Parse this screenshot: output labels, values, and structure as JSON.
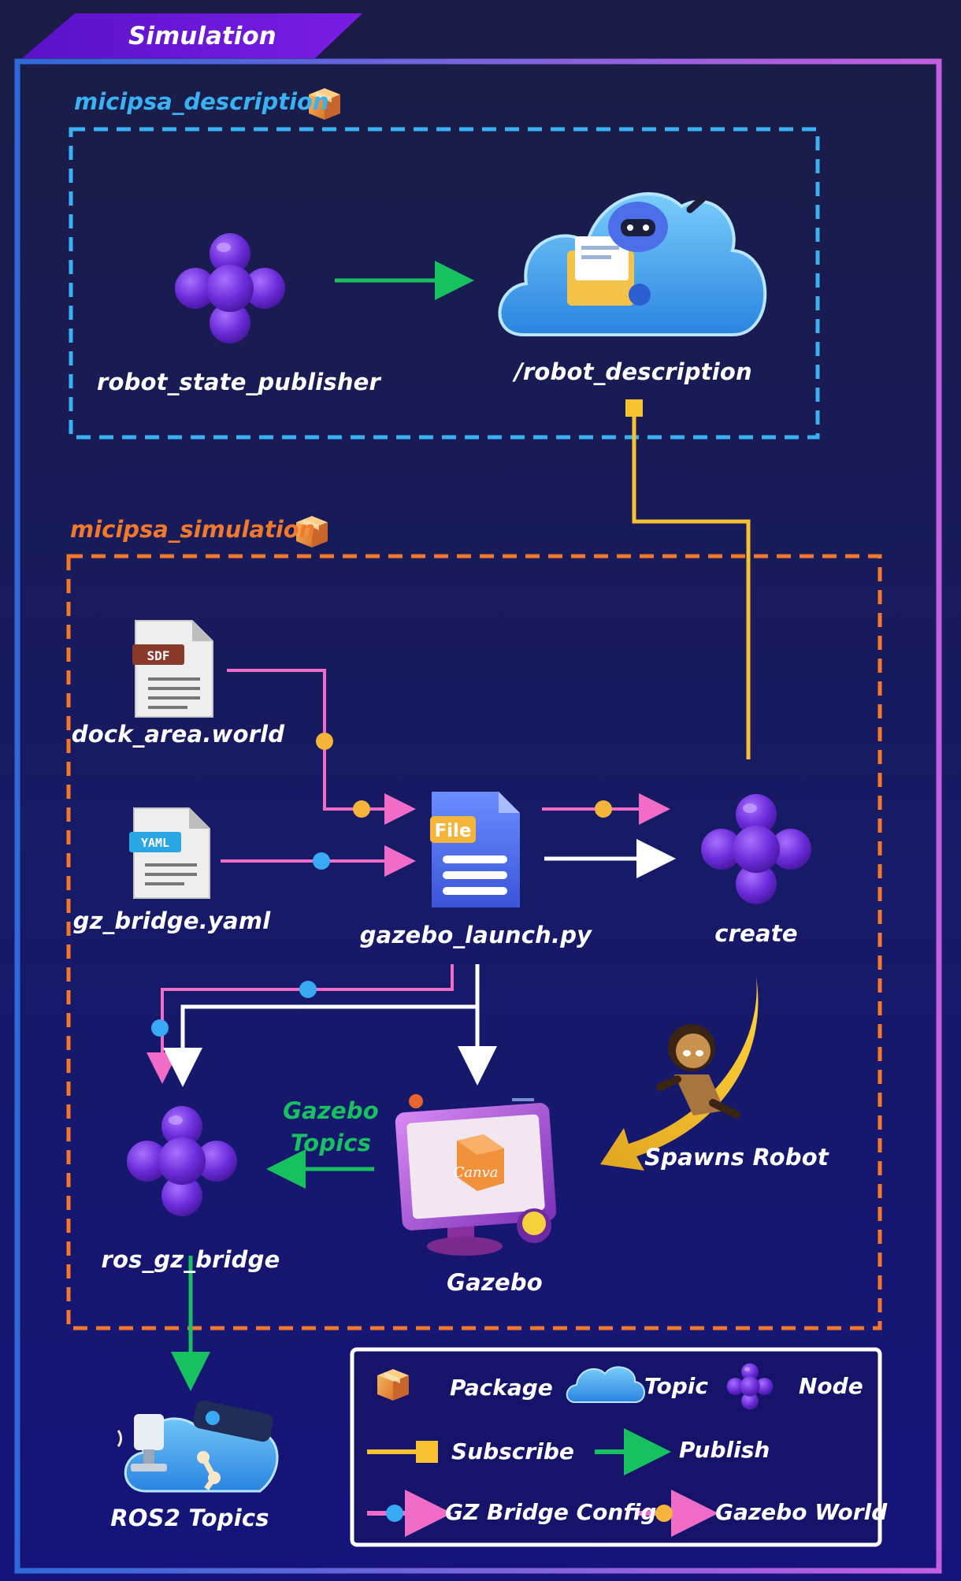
{
  "tab": {
    "title": "Simulation"
  },
  "packages": {
    "description": {
      "title": "micipsa_description"
    },
    "simulation": {
      "title": "micipsa_simulation"
    }
  },
  "nodes": {
    "robot_state_publisher": "robot_state_publisher",
    "create": "create",
    "ros_gz_bridge": "ros_gz_bridge"
  },
  "topics": {
    "robot_description": "/robot_description",
    "ros2_topics": "ROS2 Topics"
  },
  "files": {
    "dock_area": {
      "name": "dock_area.world",
      "badge": "SDF"
    },
    "gz_bridge": {
      "name": "gz_bridge.yaml",
      "badge": "YAML"
    },
    "launch": {
      "name": "gazebo_launch.py",
      "badge": "File"
    }
  },
  "gazebo": {
    "name": "Gazebo",
    "screen_text": "Canva"
  },
  "edge_labels": {
    "gazebo_topics_line1": "Gazebo",
    "gazebo_topics_line2": "Topics",
    "spawns_robot": "Spawns Robot"
  },
  "legend": {
    "package": "Package",
    "topic": "Topic",
    "node": "Node",
    "subscribe": "Subscribe",
    "publish": "Publish",
    "gz_bridge_config": "GZ Bridge Config",
    "gazebo_world": "Gazebo World"
  },
  "colors": {
    "node_purple": "#6a2bd9",
    "publish_green": "#17c160",
    "subscribe_yellow": "#f6c232",
    "gz_config_pink": "#f06cc6",
    "gz_config_dot_blue": "#3aa9f5",
    "gazebo_world_dot_orange": "#f5b53a",
    "description_border": "#38b2f2",
    "simulation_border": "#f2782c"
  }
}
